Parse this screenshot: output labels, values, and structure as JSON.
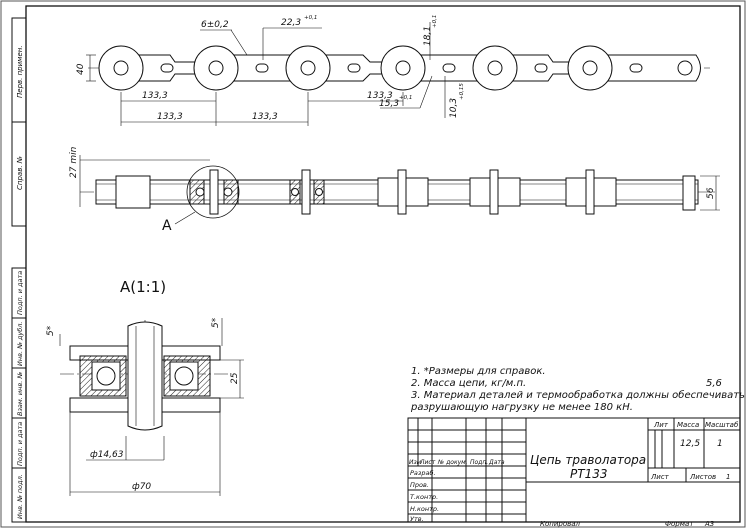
{
  "drawing": {
    "title_line1": "Цепь траволатора",
    "title_line2": "РТ133",
    "mass": "12,5",
    "scale": "1",
    "sheet_label": "Лист",
    "sheets_label": "Листов",
    "sheets_count": "1",
    "copied_label": "Копировал",
    "format_label": "Формат",
    "format_value": "А3"
  },
  "title_block": {
    "col_headers": [
      "Лит",
      "Масса",
      "Масштаб"
    ],
    "change_headers": [
      "Изм",
      "Лист",
      "№ докум.",
      "Подп.",
      "Дата"
    ],
    "roles": [
      "Разраб.",
      "Пров.",
      "Т.контр.",
      "Н.контр.",
      "Утв."
    ]
  },
  "side_stamp": {
    "top": [
      "Перв. примен.",
      "Справ. №"
    ],
    "bottom": [
      "Подп. и дата",
      "Инв. № дубл.",
      "Взам. инв. №",
      "Подп. и дата",
      "Инв. № подл."
    ]
  },
  "notes": [
    "1.  *Размеры для справок.",
    "2. Масса цепи, кг/м.п.",
    "3. Материал деталей и термообработка должны обеспечивать",
    "разрушающую нагрузку не менее 180 кН."
  ],
  "notes_value": "5,6",
  "dimensions": {
    "d_6": "6±0,2",
    "d_22": "22,3",
    "d_22_tol": "+0,1",
    "d_18": "18,1",
    "d_18_tol": "+0,1",
    "d_40": "40",
    "d_133a": "133,3",
    "d_133b": "133,3",
    "d_133c": "133,3",
    "d_133d": "133,3",
    "d_15": "15,3",
    "d_15_tol": "+0,1",
    "d_10": "10,3",
    "d_10_tol": "+0,15",
    "d_27": "27 min",
    "d_56": "56",
    "d_5a": "5*",
    "d_5b": "5*",
    "d_25": "25",
    "d_phi14": "ф14,63",
    "d_phi70": "ф70"
  },
  "view_labels": {
    "section_marker": "А",
    "detail_title": "А(1:1)"
  }
}
